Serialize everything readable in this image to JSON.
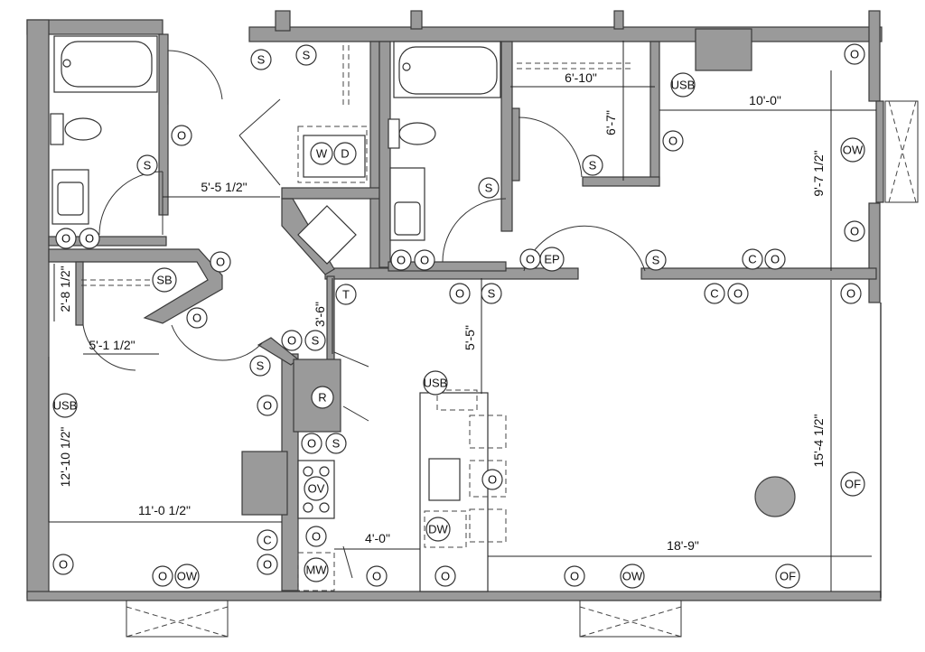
{
  "dimensions": {
    "d1": "6'-10\"",
    "d2": "10'-0\"",
    "d3": "6'-7\"",
    "d4": "9'-7 1/2\"",
    "d5": "5'-5 1/2\"",
    "d6": "2'-8 1/2\"",
    "d7": "5'-1 1/2\"",
    "d8": "3'-6\"",
    "d9": "5'-5\"",
    "d10": "12'-10 1/2\"",
    "d11": "11'-0 1/2\"",
    "d12": "4'-0\"",
    "d13": "18'-9\"",
    "d14": "15'-4 1/2\""
  },
  "symbols": {
    "S": "S",
    "O": "O",
    "C": "C",
    "T": "T",
    "R": "R",
    "W": "W",
    "D": "D",
    "SB": "SB",
    "EP": "EP",
    "OW": "OW",
    "OF": "OF",
    "OV": "OV",
    "DW": "DW",
    "MW": "MW",
    "USB": "USB"
  }
}
